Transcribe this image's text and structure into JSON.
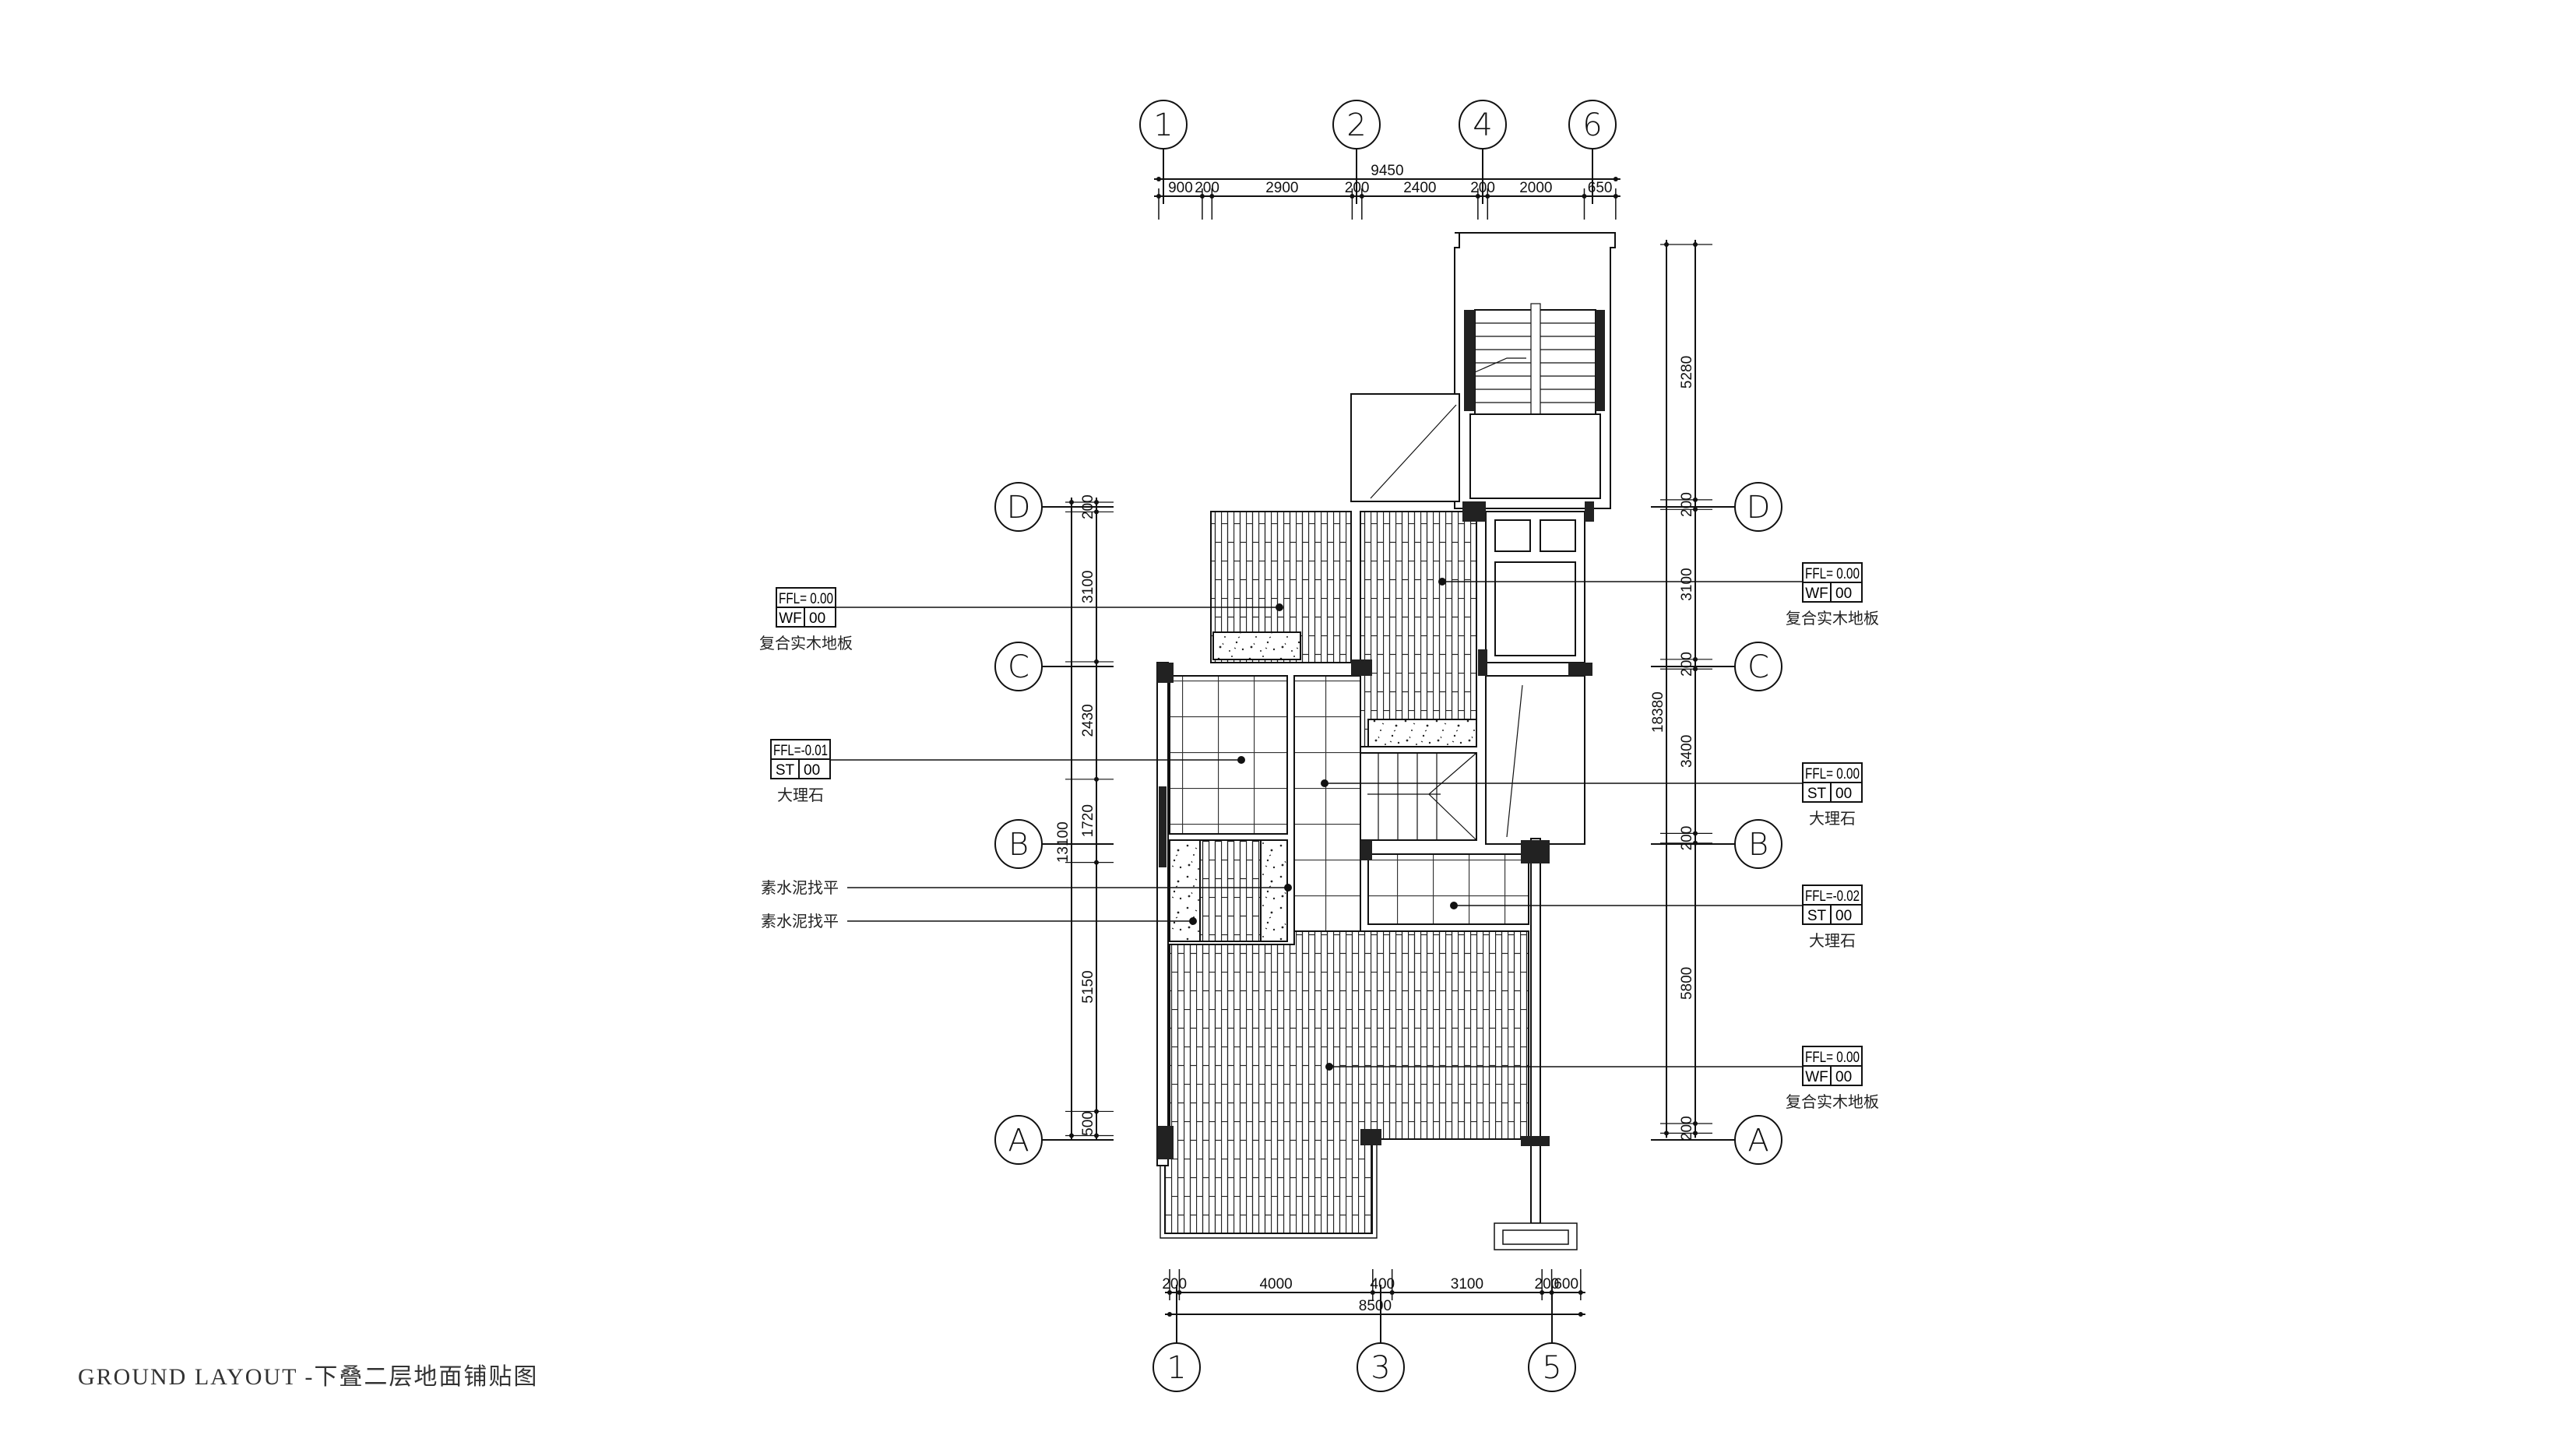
{
  "title": "GROUND LAYOUT  -下叠二层地面铺贴图",
  "axes": {
    "top": [
      "1",
      "2",
      "4",
      "6"
    ],
    "bottom": [
      "1",
      "3",
      "5"
    ],
    "left": [
      "D",
      "C",
      "B",
      "A"
    ],
    "right": [
      "D",
      "C",
      "B",
      "A"
    ]
  },
  "dimensions": {
    "top": {
      "segments": [
        900,
        200,
        2900,
        200,
        2400,
        200,
        2000,
        650
      ],
      "total": 9450
    },
    "bottom": {
      "segments": [
        200,
        4000,
        400,
        3100,
        200,
        600
      ],
      "total": 8500
    },
    "left": {
      "segments": [
        200,
        3100,
        2430,
        1720,
        5150,
        500
      ],
      "total": 13100
    },
    "right": {
      "segments": [
        5280,
        200,
        3100,
        200,
        3400,
        200,
        5800,
        200
      ],
      "total": 18380
    }
  },
  "annotations": {
    "left": [
      {
        "ffl": "FFL= 0.00",
        "code": "WF",
        "num": "00",
        "material": "复合实木地板"
      },
      {
        "ffl": "FFL=-0.01",
        "code": "ST",
        "num": "00",
        "material": "大理石"
      },
      {
        "material": "素水泥找平"
      },
      {
        "material": "素水泥找平"
      }
    ],
    "right": [
      {
        "ffl": "FFL= 0.00",
        "code": "WF",
        "num": "00",
        "material": "复合实木地板"
      },
      {
        "ffl": "FFL= 0.00",
        "code": "ST",
        "num": "00",
        "material": "大理石"
      },
      {
        "ffl": "FFL=-0.02",
        "code": "ST",
        "num": "00",
        "material": "大理石"
      },
      {
        "ffl": "FFL= 0.00",
        "code": "WF",
        "num": "00",
        "material": "复合实木地板"
      }
    ]
  },
  "colors": {
    "line": "#111111",
    "wall": "#222222",
    "background": "#ffffff"
  }
}
